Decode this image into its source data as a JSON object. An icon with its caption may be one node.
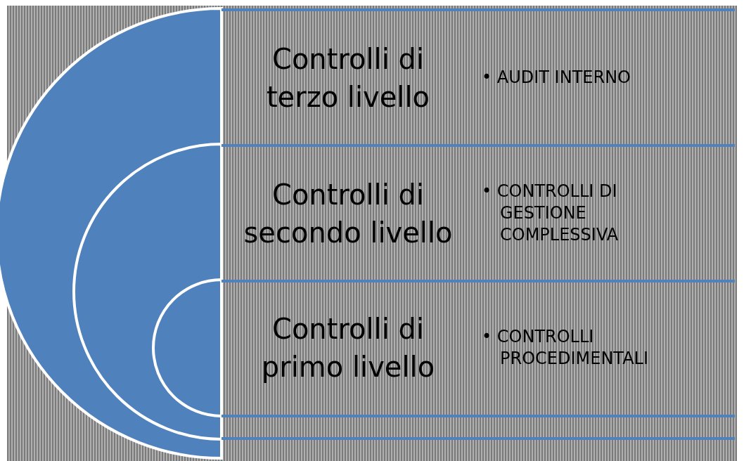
{
  "diagram": {
    "nodes": [
      {
        "text": [
          "Controlli di terzo livello",
          "• AUDIT INTERNO"
        ]
      },
      {
        "text": [
          "Controlli di secondo livello",
          "• CONTROLLI DI GESTIONE COMPLESSIVA"
        ]
      },
      {
        "text": [
          "Controlli di primo livello",
          "• CONTROLLI PROCEDIMENTALI"
        ]
      }
    ]
  }
}
